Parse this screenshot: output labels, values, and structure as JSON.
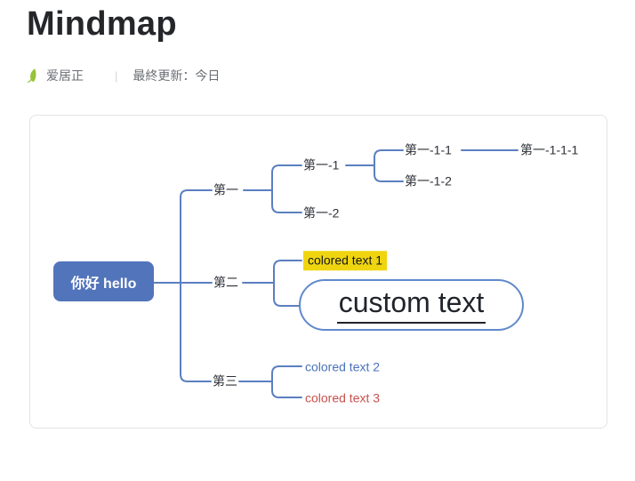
{
  "page": {
    "title": "Mindmap",
    "byline": {
      "author": "爱居正",
      "divider": "|",
      "last_updated": "最終更新：今日",
      "icon": "leaf-icon"
    }
  },
  "mindmap": {
    "root": "你好 hello",
    "children": [
      {
        "label": "第一",
        "children": [
          {
            "label": "第一-1",
            "children": [
              {
                "label": "第一-1-1",
                "children": [
                  {
                    "label": "第一-1-1-1"
                  }
                ]
              },
              {
                "label": "第一-1-2"
              }
            ]
          },
          {
            "label": "第一-2"
          }
        ]
      },
      {
        "label": "第二",
        "children": [
          {
            "label": "colored text 1",
            "style": "yellow-highlight"
          },
          {
            "label": "custom text",
            "style": "large-underlined-pill"
          }
        ]
      },
      {
        "label": "第三",
        "children": [
          {
            "label": "colored text 2",
            "style": "blue-text"
          },
          {
            "label": "colored text 3",
            "style": "red-text"
          }
        ]
      }
    ],
    "colors": {
      "root_fill": "#5274bb",
      "root_text": "#ffffff",
      "connector": "#5b7fc0",
      "highlight_bg": "#efd510",
      "blue_text": "#4a72b8",
      "red_text": "#c9514d",
      "pill_border": "#6089cc",
      "leaf_icon": "#97c33c",
      "card_border": "#e3e3e5"
    }
  }
}
